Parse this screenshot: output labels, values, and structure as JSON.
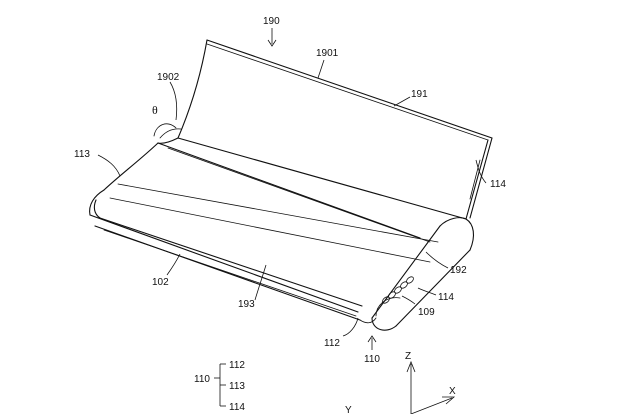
{
  "labels": {
    "l190": "190",
    "l1901": "1901",
    "l191": "191",
    "l1902": "1902",
    "theta": "θ",
    "l113": "113",
    "l114_right": "114",
    "l192": "192",
    "l114_end": "114",
    "l109": "109",
    "l102": "102",
    "l193": "193",
    "l112": "112",
    "l110": "110",
    "legend_110": "110",
    "legend_112": "112",
    "legend_113": "113",
    "legend_114": "114",
    "axis_z": "Z",
    "axis_x": "X",
    "axis_y": "Y"
  }
}
